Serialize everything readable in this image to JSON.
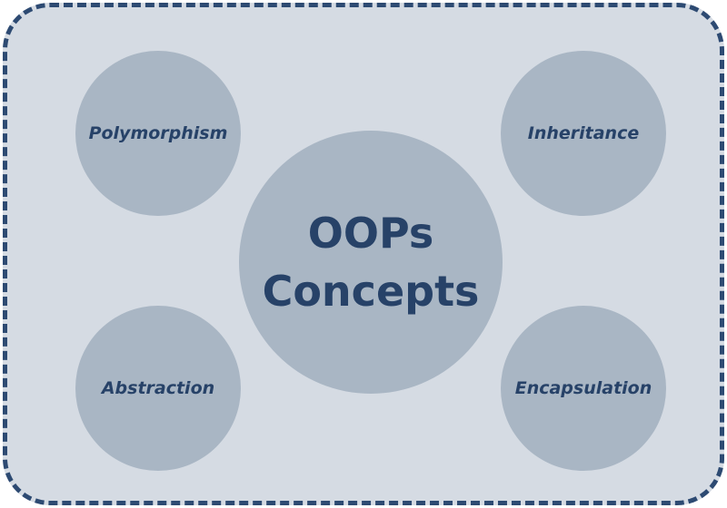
{
  "diagram": {
    "center": {
      "line1": "OOPs",
      "line2": "Concepts"
    },
    "concepts": {
      "top_left": "Polymorphism",
      "top_right": "Inheritance",
      "bottom_left": "Abstraction",
      "bottom_right": "Encapsulation"
    }
  },
  "colors": {
    "frame_border": "#2d4a72",
    "frame_fill": "#d5dbe3",
    "circle_fill": "#a9b6c4",
    "text": "#274268"
  }
}
